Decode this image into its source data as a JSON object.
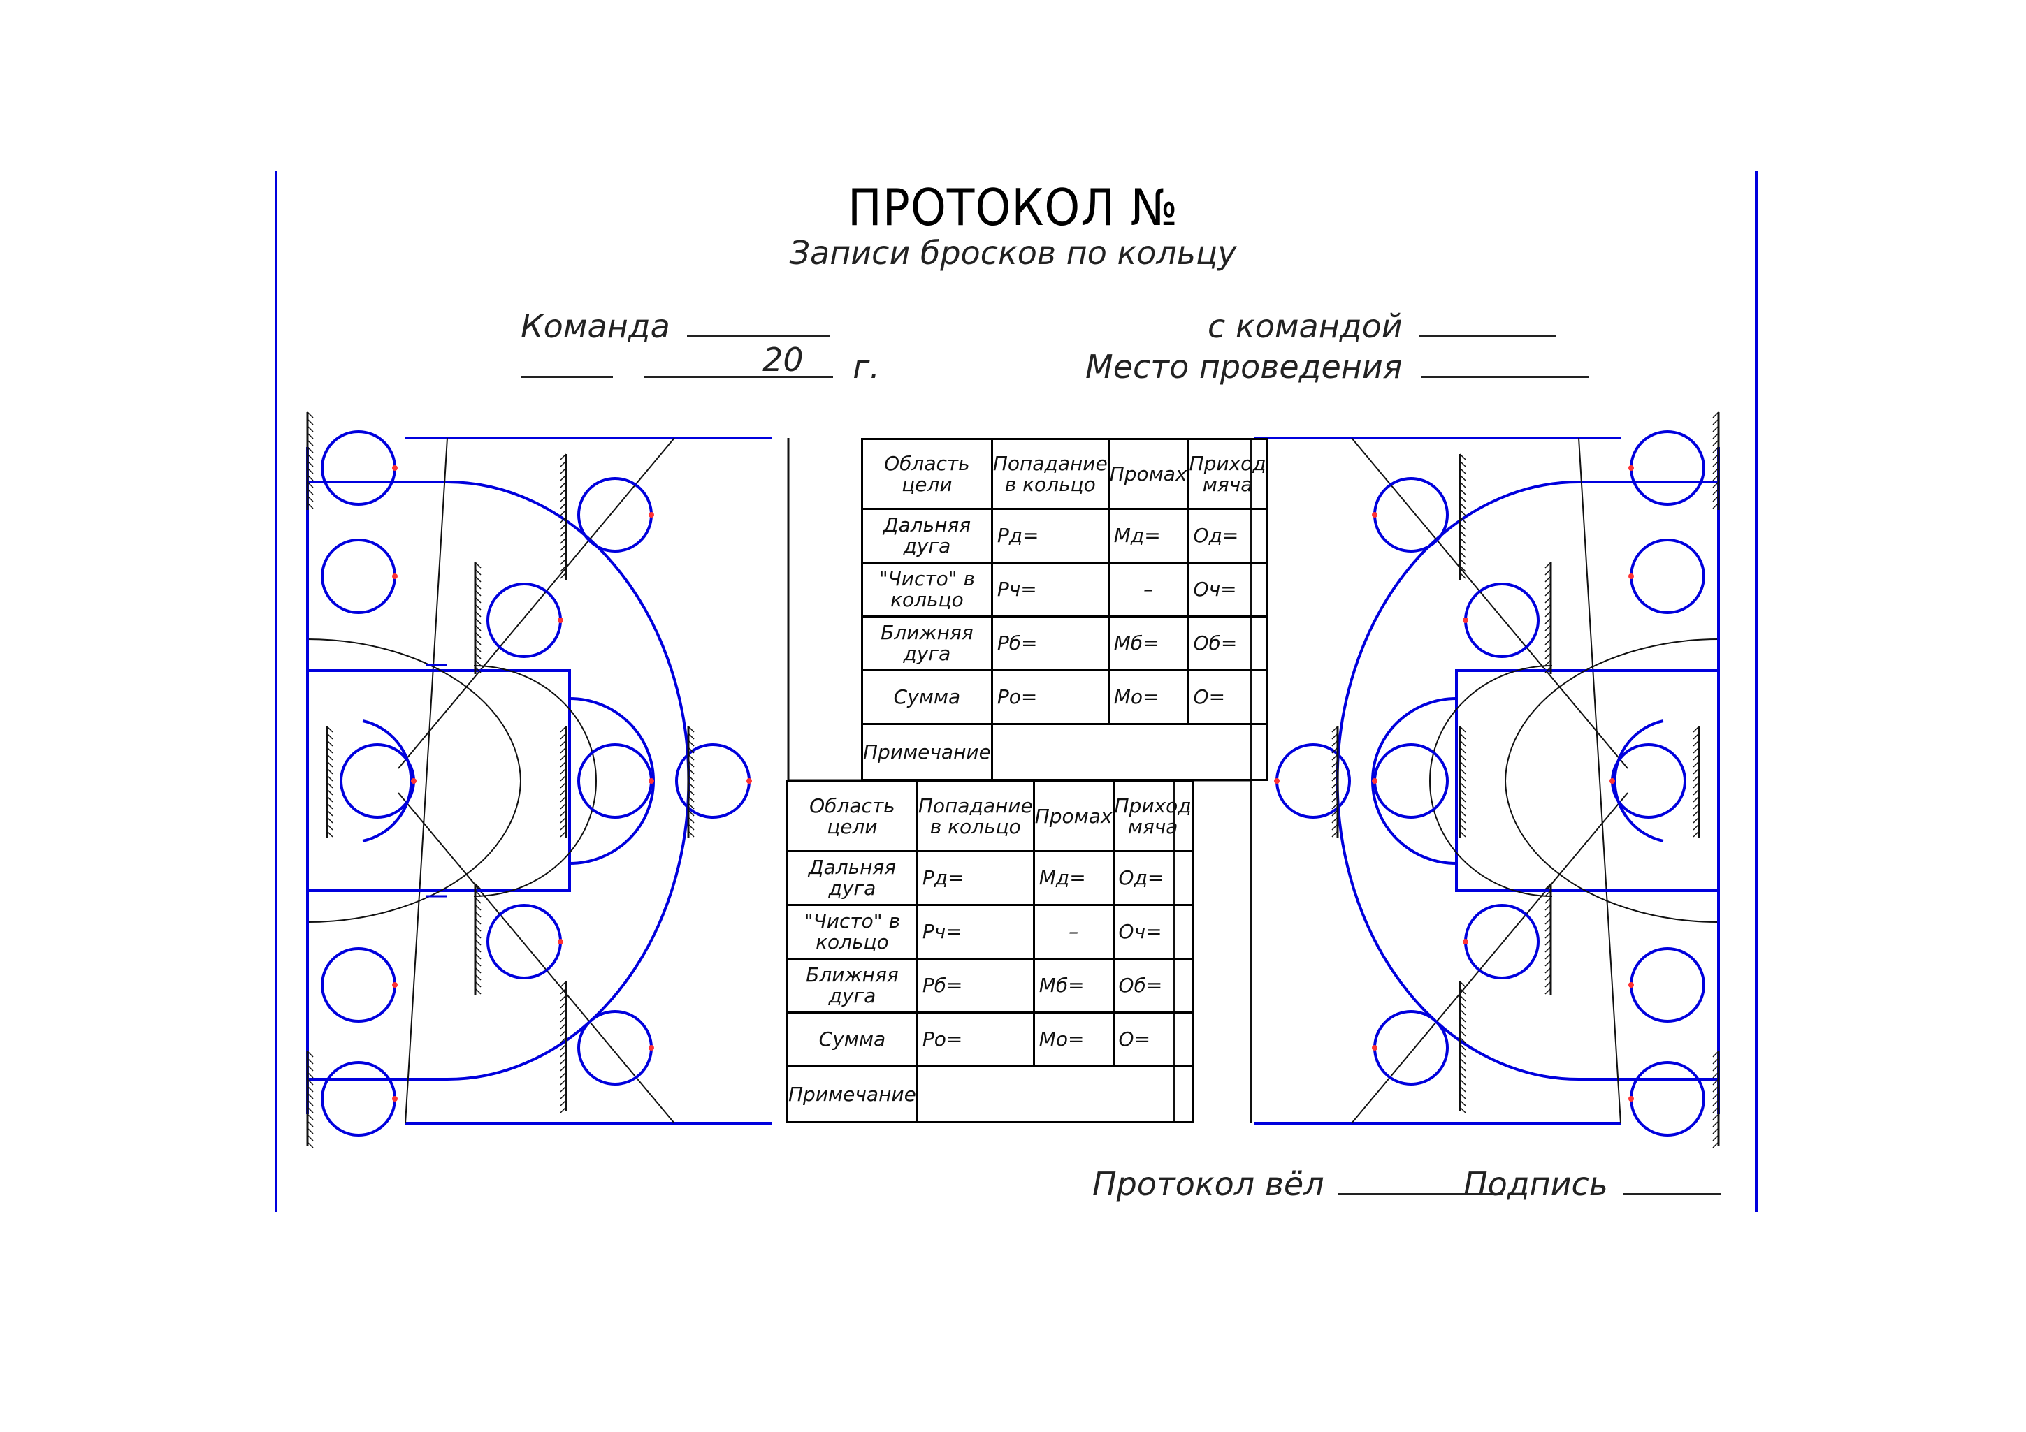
{
  "header": {
    "title": "ПРОТОКОЛ №",
    "subtitle": "Записи бросков по кольцу"
  },
  "fields": {
    "team_label": "Команда",
    "vs_team_label": "с командой",
    "year_label": "20",
    "year_suffix": "г.",
    "venue_label": "Место проведения"
  },
  "table1": {
    "headers": [
      "Область цели",
      "Попадание в кольцо",
      "Промах",
      "Приход мяча"
    ],
    "rows": [
      [
        "Дальняя дуга",
        "Pд=",
        "Mд=",
        "Oд="
      ],
      [
        "\"Чисто\" в кольцо",
        "Pч=",
        "–",
        "Oч="
      ],
      [
        "Ближняя дуга",
        "Pб=",
        "Mб=",
        "Oб="
      ],
      [
        "Сумма",
        "Pо=",
        "Mо=",
        "O="
      ]
    ],
    "note_label": "Примечание"
  },
  "table2": {
    "headers": [
      "Область цели",
      "Попадание в кольцо",
      "Промах",
      "Приход мяча"
    ],
    "rows": [
      [
        "Дальняя дуга",
        "Pд=",
        "Mд=",
        "Oд="
      ],
      [
        "\"Чисто\" в кольцо",
        "Pч=",
        "–",
        "Oч="
      ],
      [
        "Ближняя дуга",
        "Pб=",
        "Mб=",
        "Oб="
      ],
      [
        "Сумма",
        "Pо=",
        "Mо=",
        "O="
      ]
    ],
    "note_label": "Примечание"
  },
  "footer": {
    "kept_by_label": "Протокол вёл",
    "signature_label": "Подпись"
  },
  "colors": {
    "court_lines": "#0000dd",
    "table_lines": "#000000",
    "markers": "#ff3333",
    "thin_lines": "#111111"
  }
}
